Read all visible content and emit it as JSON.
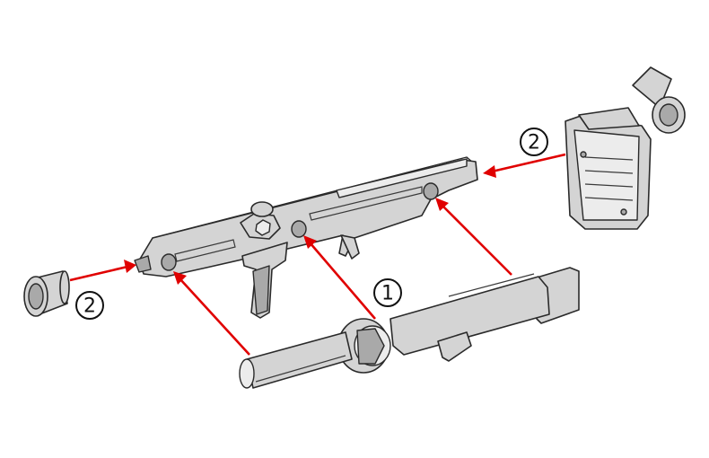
{
  "callouts": [
    {
      "id": "callout-1",
      "label": "1"
    },
    {
      "id": "callout-2-left",
      "label": "2"
    },
    {
      "id": "callout-2-right",
      "label": "2"
    }
  ],
  "colors": {
    "arrow": "#e00000",
    "part_fill": "#d4d4d4",
    "outline": "#2a2a2a",
    "background": "#ffffff"
  },
  "parts": [
    {
      "name": "rifle-body-frame"
    },
    {
      "name": "barrel-assembly"
    },
    {
      "name": "scope-muzzle-cap"
    },
    {
      "name": "magazine-block"
    }
  ]
}
